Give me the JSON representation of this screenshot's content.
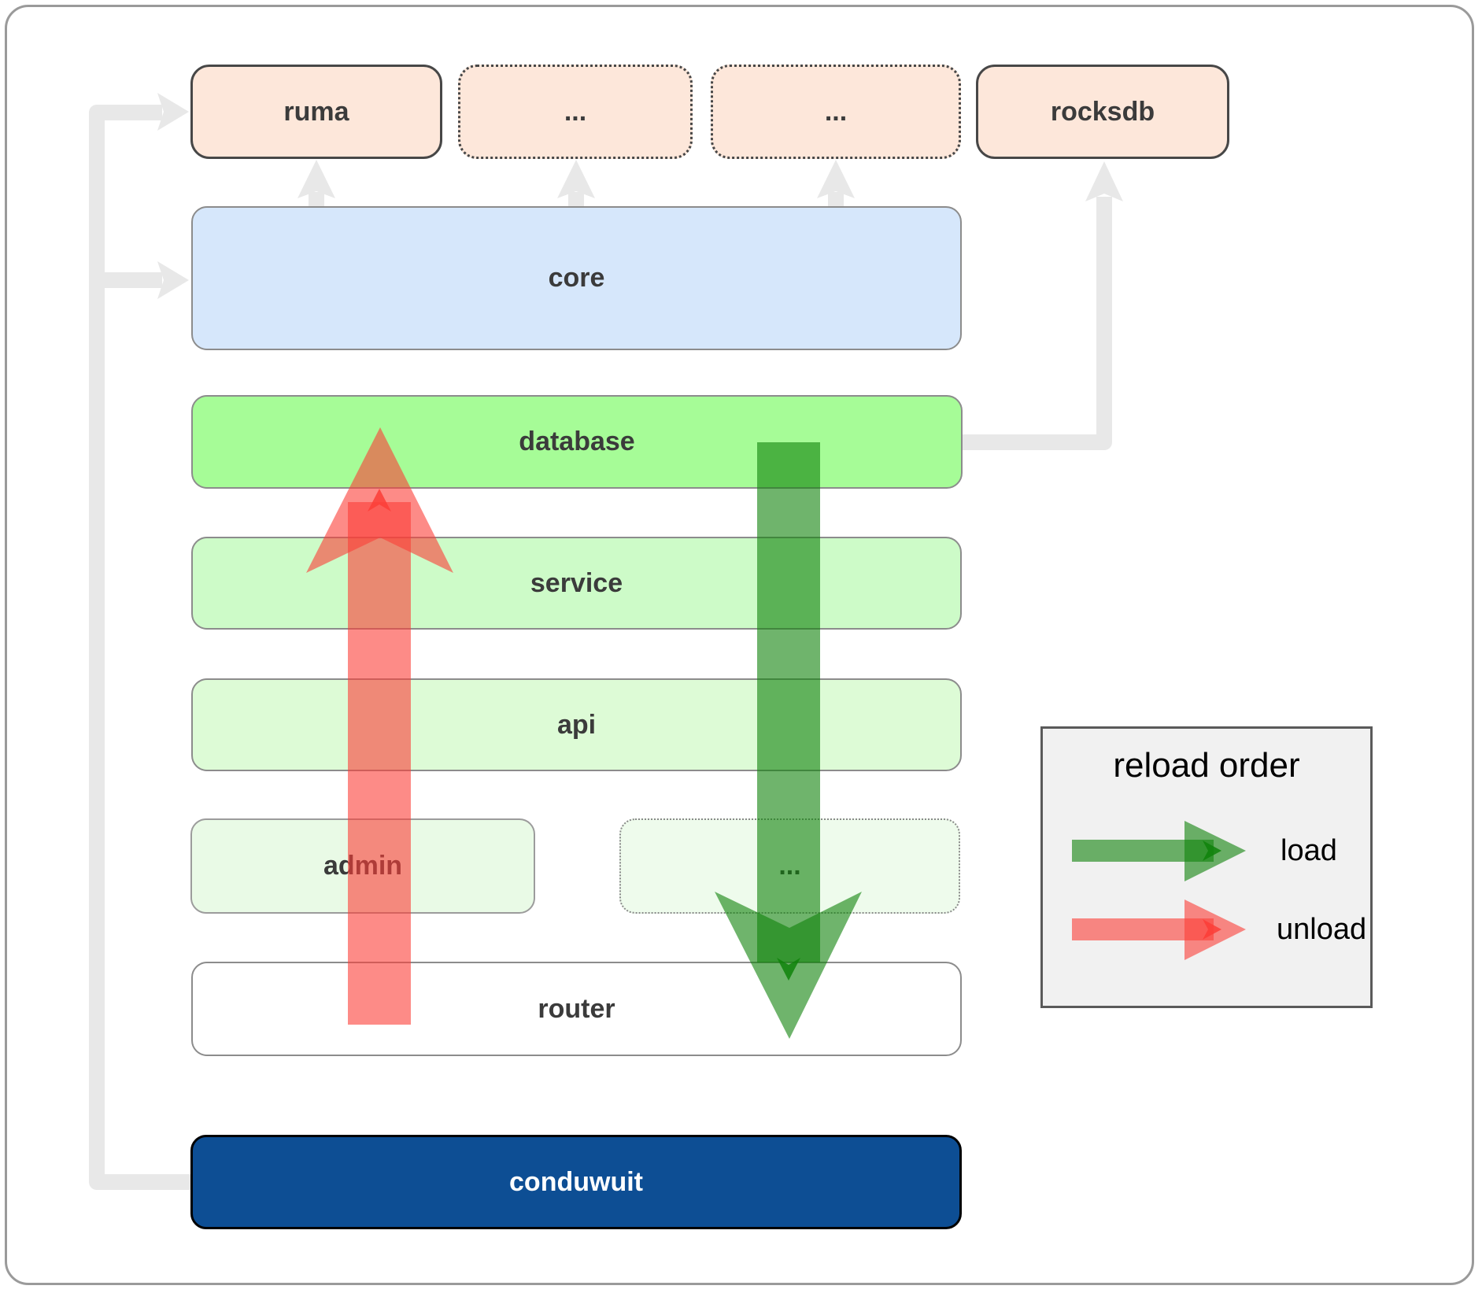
{
  "nodes": {
    "ruma": "ruma",
    "ellipsis_a": "...",
    "ellipsis_b": "...",
    "rocksdb": "rocksdb",
    "core": "core",
    "database": "database",
    "service": "service",
    "api": "api",
    "admin": "admin",
    "ellipsis_c": "...",
    "router": "router",
    "conduwuit": "conduwuit"
  },
  "legend": {
    "title": "reload order",
    "items": [
      {
        "label": "load",
        "color": "#0f820a"
      },
      {
        "label": "unload",
        "color": "#fb3d37"
      }
    ]
  },
  "colors": {
    "connector": "#e8e8e8",
    "load_arrow": "#0f820a",
    "unload_arrow": "#fb3d37",
    "peach_fill": "#fde7da",
    "core_fill": "#d6e7fb",
    "database_fill": "#a6fc97",
    "conduwuit_fill": "#0d4e94",
    "legend_fill": "#f1f1f1"
  }
}
